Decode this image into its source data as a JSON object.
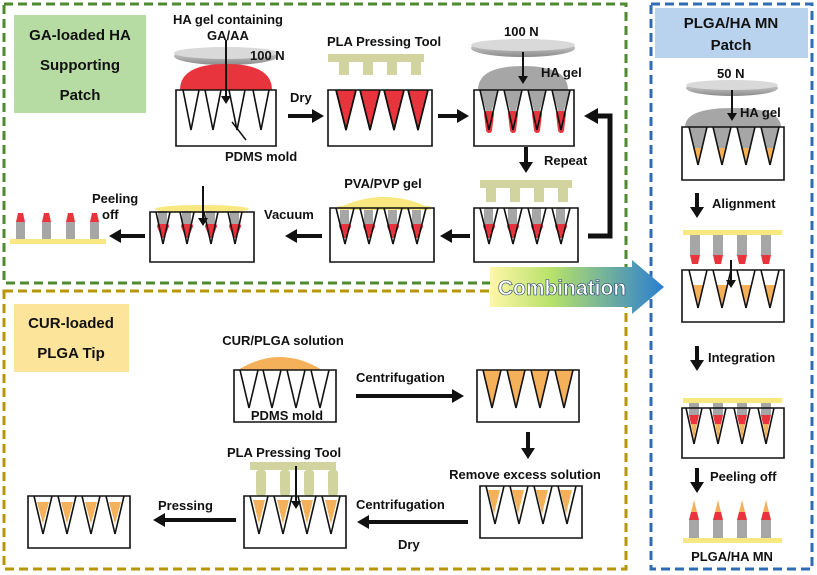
{
  "panels": {
    "ga": {
      "title_lines": [
        "GA-loaded HA",
        "Supporting",
        "Patch"
      ]
    },
    "cur": {
      "title_lines": [
        "CUR-loaded",
        "PLGA Tip"
      ]
    },
    "plga": {
      "title_lines": [
        "PLGA/HA MN",
        "Patch"
      ]
    }
  },
  "labels": {
    "ha_gel_containing": "HA gel containing",
    "ga_aa": "GA/AA",
    "force_100_a": "100 N",
    "force_100_b": "100 N",
    "force_50": "50 N",
    "dry_top": "Dry",
    "pdms_mold_top": "PDMS mold",
    "pla_pressing_tool_top": "PLA Pressing Tool",
    "ha_gel_top": "HA gel",
    "repeat": "Repeat",
    "pva_pvp_gel": "PVA/PVP gel",
    "vacuum": "Vacuum",
    "peeling_off_top_1": "Peeling",
    "peeling_off_top_2": "off",
    "combination": "Combination",
    "cur_plga_solution": "CUR/PLGA solution",
    "centrifugation_1": "Centrifugation",
    "pdms_mold_bottom": "PDMS mold",
    "remove_excess": "Remove excess solution",
    "pla_pressing_tool_bottom": "PLA Pressing Tool",
    "centrifugation_2": "Centrifugation",
    "dry_bottom": "Dry",
    "pressing": "Pressing",
    "ha_gel_right": "HA gel",
    "alignment": "Alignment",
    "integration": "Integration",
    "peeling_off_right": "Peeling off",
    "plga_ha_mn": "PLGA/HA MN"
  },
  "colors": {
    "ga_border": "#4e8a2e",
    "cur_border": "#b8960a",
    "plga_border": "#2e6db5",
    "ga_title_bg": "#b7dca3",
    "cur_title_bg": "#fde49b",
    "plga_title_bg": "#b9d3ee",
    "red_gel": "#e8343c",
    "orange_tip": "#f5b15a",
    "gray_gel": "#a6a6a6",
    "pla_tool": "#d1d49f",
    "yellow_backing": "#f9e77f",
    "arrow": "#1a1a1a"
  }
}
